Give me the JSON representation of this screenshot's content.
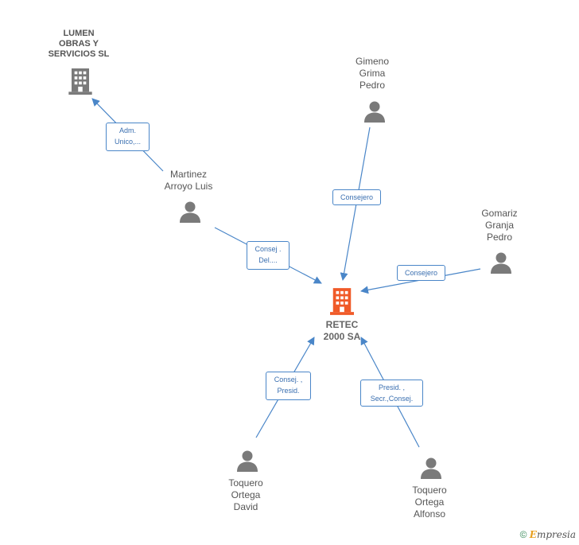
{
  "nodes": {
    "lumen": {
      "label": "LUMEN\nOBRAS Y\nSERVICIOS SL",
      "type": "company"
    },
    "retec": {
      "label": "RETEC\n2000 SA",
      "type": "company-main"
    },
    "martinez": {
      "label": "Martinez\nArroyo Luis",
      "type": "person"
    },
    "gimeno": {
      "label": "Gimeno\nGrima\nPedro",
      "type": "person"
    },
    "gomariz": {
      "label": "Gomariz\nGranja\nPedro",
      "type": "person"
    },
    "toquero_david": {
      "label": "Toquero\nOrtega\nDavid",
      "type": "person"
    },
    "toquero_alfonso": {
      "label": "Toquero\nOrtega\nAlfonso",
      "type": "person"
    }
  },
  "edges": {
    "martinez_lumen": {
      "label": "Adm.\nUnico,..."
    },
    "martinez_retec": {
      "label": "Consej .\nDel...."
    },
    "gimeno_retec": {
      "label": "Consejero"
    },
    "gomariz_retec": {
      "label": "Consejero"
    },
    "david_retec": {
      "label": "Consej. ,\nPresid."
    },
    "alfonso_retec": {
      "label": "Presid. ,\nSecr.,Consej."
    }
  },
  "footer": {
    "copyright": "©",
    "brand_first": "E",
    "brand_rest": "mpresia"
  },
  "colors": {
    "edge": "#4a86c8",
    "icon": "#7a7a7a",
    "main_company": "#f05a28",
    "label_border": "#4a86c8"
  },
  "icons": {
    "person": "person-icon",
    "company": "building-icon"
  }
}
